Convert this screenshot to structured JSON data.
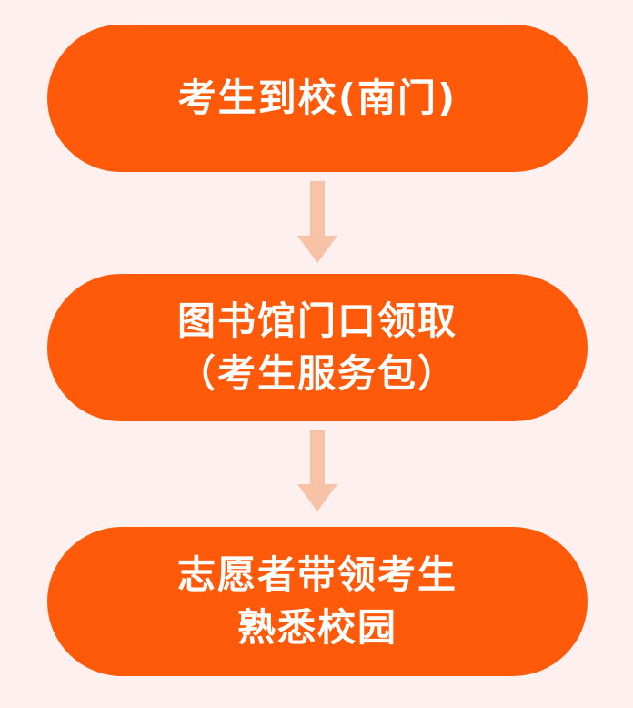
{
  "colors": {
    "background": "#fdf0ef",
    "step_fill": "#ff5a0a",
    "step_text": "#ffffff",
    "arrow": "#f8c2a6"
  },
  "steps": [
    {
      "lines": [
        "考生到校(南门)"
      ]
    },
    {
      "lines": [
        "图书馆门口领取",
        "（考生服务包）"
      ]
    },
    {
      "lines": [
        "志愿者带领考生",
        "熟悉校园"
      ]
    }
  ]
}
